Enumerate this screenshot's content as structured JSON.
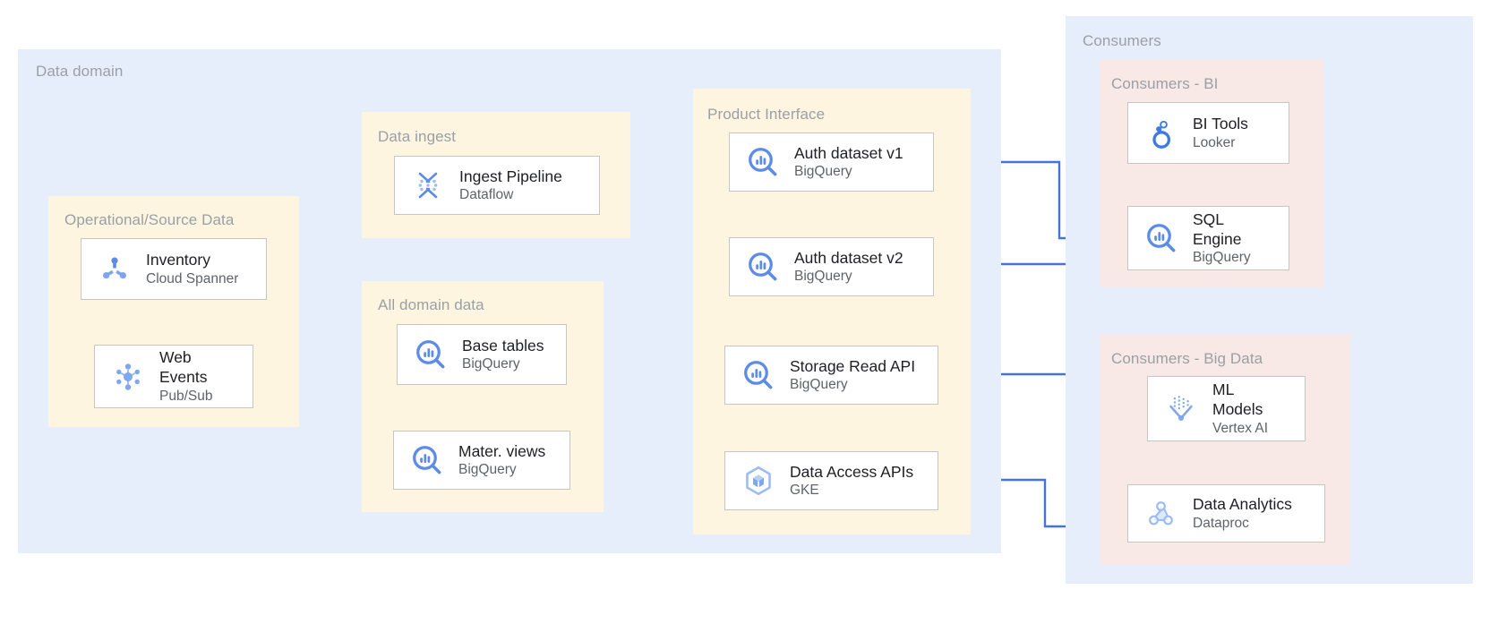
{
  "colors": {
    "domain_bg": "#e5eefa",
    "subgroup_bg": "#fdf5e0",
    "consumer_bg": "#f8e8e6",
    "arrow": "#4274e0",
    "node_border": "#c8c6c2",
    "label": "#9aa0a6",
    "title": "#202124",
    "subtitle": "#5f6368"
  },
  "groups": {
    "data_domain": {
      "label": "Data domain"
    },
    "operational_source": {
      "label": "Operational/Source Data"
    },
    "data_ingest": {
      "label": "Data ingest"
    },
    "all_domain_data": {
      "label": "All domain data"
    },
    "product_interface": {
      "label": "Product Interface"
    },
    "consumers": {
      "label": "Consumers"
    },
    "consumers_bi": {
      "label": "Consumers - BI"
    },
    "consumers_big_data": {
      "label": "Consumers - Big Data"
    }
  },
  "nodes": {
    "inventory": {
      "title": "Inventory",
      "sub": "Cloud Spanner",
      "icon": "cloud-spanner-icon"
    },
    "web_events": {
      "title": "Web\nEvents",
      "sub": "Pub/Sub",
      "icon": "pubsub-icon"
    },
    "ingest_pipeline": {
      "title": "Ingest Pipeline",
      "sub": "Dataflow",
      "icon": "dataflow-icon"
    },
    "base_tables": {
      "title": "Base tables",
      "sub": "BigQuery",
      "icon": "bigquery-icon"
    },
    "mater_views": {
      "title": "Mater. views",
      "sub": "BigQuery",
      "icon": "bigquery-icon"
    },
    "auth_dataset_v1": {
      "title": "Auth dataset v1",
      "sub": "BigQuery",
      "icon": "bigquery-icon"
    },
    "auth_dataset_v2": {
      "title": "Auth dataset v2",
      "sub": "BigQuery",
      "icon": "bigquery-icon"
    },
    "storage_read_api": {
      "title": "Storage Read API",
      "sub": "BigQuery",
      "icon": "bigquery-icon"
    },
    "data_access_apis": {
      "title": "Data Access APIs",
      "sub": "GKE",
      "icon": "gke-icon"
    },
    "bi_tools": {
      "title": "BI Tools",
      "sub": "Looker",
      "icon": "looker-icon"
    },
    "sql_engine": {
      "title": "SQL\nEngine",
      "sub": "BigQuery",
      "icon": "bigquery-icon"
    },
    "ml_models": {
      "title": "ML\nModels",
      "sub": "Vertex AI",
      "icon": "vertex-ai-icon"
    },
    "data_analytics": {
      "title": "Data Analytics",
      "sub": "Dataproc",
      "icon": "dataproc-icon"
    }
  },
  "connections": [
    {
      "from": "web_events",
      "to": "ingest_pipeline",
      "direction": "right"
    },
    {
      "from": "ingest_pipeline",
      "to": "base_tables",
      "direction": "down"
    },
    {
      "from": "product_interface",
      "to": "all_domain_data",
      "direction": "left"
    },
    {
      "from": "sql_engine",
      "to": "auth_dataset_v1",
      "direction": "left"
    },
    {
      "from": "ml_models",
      "to": "auth_dataset_v2",
      "direction": "left"
    },
    {
      "from": "data_analytics",
      "to": "storage_read_api",
      "direction": "left"
    },
    {
      "from": "data_analytics",
      "to": "data_access_apis",
      "direction": "left"
    },
    {
      "from": "bi_tools",
      "to": "sql_engine",
      "direction": "down"
    },
    {
      "from": "data_analytics",
      "to": "ml_models",
      "direction": "up"
    }
  ]
}
